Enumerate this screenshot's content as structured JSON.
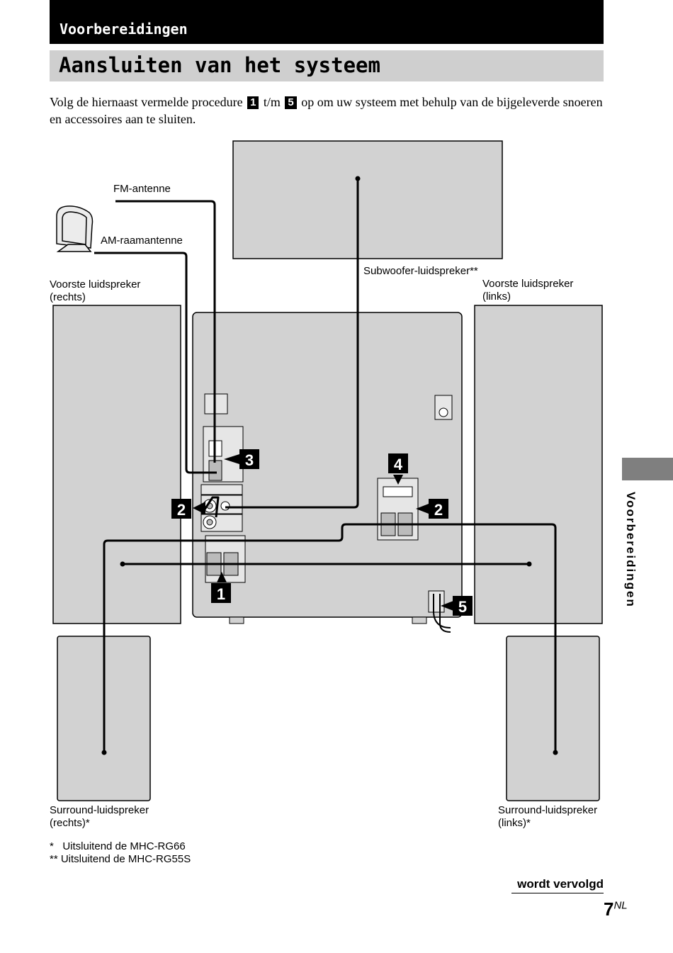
{
  "header": {
    "section": "Voorbereidingen",
    "title": "Aansluiten van het systeem"
  },
  "intro": {
    "part1": "Volg de hiernaast vermelde procedure",
    "step_first": "1",
    "part2": "t/m",
    "step_last": "5",
    "part3": "op om uw systeem met behulp van de bijgeleverde snoeren en accessoires aan te sluiten."
  },
  "labels": {
    "fm": "FM-antenne",
    "am": "AM-raamantenne",
    "subwoofer": "Subwoofer-luidspreker**",
    "front_right": "Voorste luidspreker\n(rechts)",
    "front_left": "Voorste luidspreker\n(links)",
    "surround_right": "Surround-luidspreker\n(rechts)*",
    "surround_left": "Surround-luidspreker\n(links)*"
  },
  "steps": {
    "s1": "1",
    "s2a": "2",
    "s2b": "2",
    "s3": "3",
    "s4": "4",
    "s5": "5"
  },
  "footnotes": {
    "f1": "*   Uitsluitend de MHC-RG66",
    "f2": "** Uitsluitend de MHC-RG55S"
  },
  "side_tab": "Voorbereidingen",
  "footer": {
    "continued": "wordt vervolgd",
    "page": "7",
    "page_suffix": "NL"
  },
  "colors": {
    "panel_gray": "#d2d2d2",
    "header_gray": "#cfcfcf",
    "tab_gray": "#7f7f7f"
  }
}
